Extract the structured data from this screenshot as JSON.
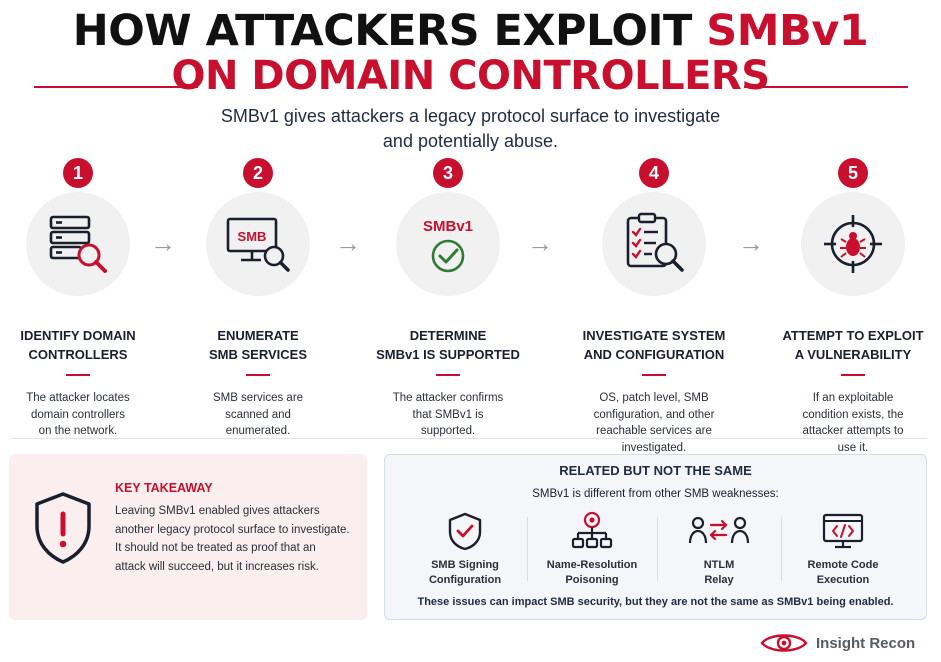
{
  "header": {
    "title_line1_prefix": "HOW ATTACKERS EXPLOIT ",
    "title_line1_highlight": "SMBv1",
    "title_line2": "ON DOMAIN CONTROLLERS",
    "subtitle_line1": "SMBv1 gives attackers a legacy protocol surface to investigate",
    "subtitle_line2": "and potentially abuse."
  },
  "steps": [
    {
      "number": "1",
      "title_line1": "IDENTIFY DOMAIN",
      "title_line2": "CONTROLLERS",
      "desc_line1": "The attacker locates",
      "desc_line2": "domain controllers",
      "desc_line3": "on the network.",
      "desc_line4": "",
      "icon": "server-search-icon"
    },
    {
      "number": "2",
      "title_line1": "ENUMERATE",
      "title_line2": "SMB SERVICES",
      "desc_line1": "SMB services are",
      "desc_line2": "scanned and",
      "desc_line3": "enumerated.",
      "desc_line4": "",
      "icon": "monitor-search-icon",
      "icon_text": "SMB"
    },
    {
      "number": "3",
      "title_line1": "DETERMINE",
      "title_line2": "SMBv1 IS SUPPORTED",
      "desc_line1": "The attacker confirms",
      "desc_line2": "that SMBv1 is",
      "desc_line3": "supported.",
      "desc_line4": "",
      "icon": "check-circle-icon",
      "icon_text": "SMBv1"
    },
    {
      "number": "4",
      "title_line1": "INVESTIGATE SYSTEM",
      "title_line2": "AND CONFIGURATION",
      "desc_line1": "OS, patch level, SMB",
      "desc_line2": "configuration, and other",
      "desc_line3": "reachable services are",
      "desc_line4": "investigated.",
      "icon": "checklist-search-icon"
    },
    {
      "number": "5",
      "title_line1": "ATTEMPT TO EXPLOIT",
      "title_line2": "A VULNERABILITY",
      "desc_line1": "If an exploitable",
      "desc_line2": "condition exists, the",
      "desc_line3": "attacker attempts to",
      "desc_line4": "use it.",
      "icon": "bug-target-icon"
    }
  ],
  "takeaway": {
    "title": "KEY TAKEAWAY",
    "line1": "Leaving SMBv1 enabled gives attackers",
    "line2": "another legacy protocol surface to investigate.",
    "line3": "It should not be treated as proof that an",
    "line4": "attack will succeed, but it increases risk."
  },
  "related": {
    "title": "RELATED BUT NOT THE SAME",
    "subtitle": "SMBv1 is different from other SMB weaknesses:",
    "items": [
      {
        "line1": "SMB Signing",
        "line2": "Configuration",
        "icon": "shield-check-icon"
      },
      {
        "line1": "Name-Resolution",
        "line2": "Poisoning",
        "icon": "network-bug-icon"
      },
      {
        "line1": "NTLM",
        "line2": "Relay",
        "icon": "user-relay-icon"
      },
      {
        "line1": "Remote Code",
        "line2": "Execution",
        "icon": "code-window-icon"
      }
    ],
    "footer": "These issues can impact SMB security, but they are not the same as SMBv1 being enabled."
  },
  "brand": {
    "name": "Insight Recon"
  },
  "colors": {
    "accent": "#c8102e",
    "text": "#1a1f2e",
    "navy": "#1f2a44",
    "circle_bg": "#f1f1f1",
    "takeaway_bg": "#fbeeee",
    "related_bg": "#f4f6fa"
  }
}
